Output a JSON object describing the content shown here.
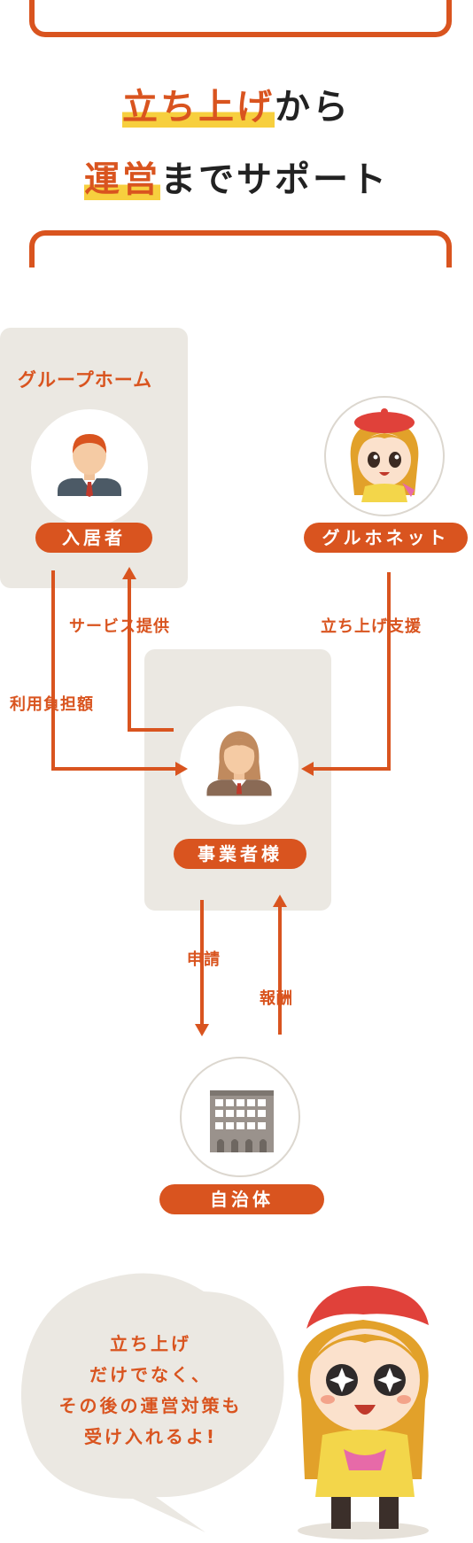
{
  "header": {
    "line1_highlight": "立ち上げ",
    "line1_rest": "から",
    "line2_highlight": "運営",
    "line2_rest": "までサポート"
  },
  "diagram": {
    "group_home": {
      "title": "グループホーム",
      "resident_label": "入居者"
    },
    "gurunet": {
      "label": "グルホネット"
    },
    "business": {
      "label": "事業者様"
    },
    "municipality": {
      "label": "自治体"
    },
    "flows": {
      "service": "サービス提供",
      "fee": "利用負担額",
      "startup_support": "立ち上げ支援",
      "application": "申請",
      "reward": "報酬"
    }
  },
  "bubble": {
    "lines": [
      "立ち上げ",
      "だけでなく、",
      "その後の運営対策も",
      "受け入れるよ!"
    ]
  },
  "colors": {
    "accent": "#d9541f",
    "highlight": "#f7cf3e",
    "panel": "#ebe8e2"
  }
}
